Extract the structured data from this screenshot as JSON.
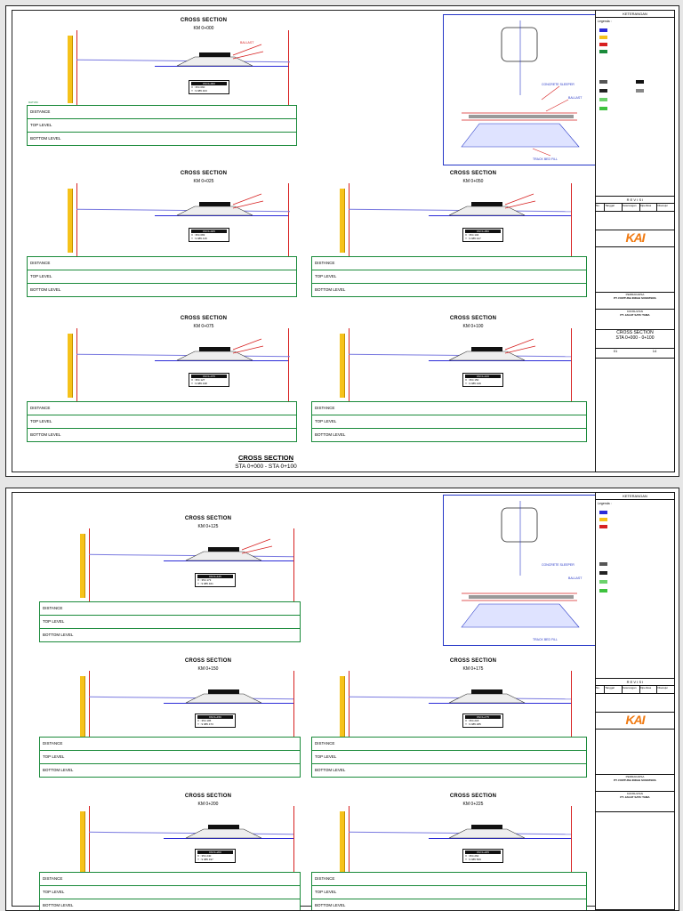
{
  "sheets": [
    {
      "id": "sheet1",
      "bottom_title": "CROSS SECTION",
      "bottom_sub": "STA 0+000 - STA 0+100",
      "sections": [
        {
          "title": "CROSS SECTION",
          "sub": "KM 0+000",
          "table": [
            "DISTANCE",
            "TOP LEVEL",
            "BOTTOM LEVEL"
          ]
        },
        {
          "title": "CROSS SECTION",
          "sub": "KM 0+025",
          "table": [
            "DISTANCE",
            "TOP LEVEL",
            "BOTTOM LEVEL"
          ]
        },
        {
          "title": "CROSS SECTION",
          "sub": "KM 0+050",
          "table": [
            "DISTANCE",
            "TOP LEVEL",
            "BOTTOM LEVEL"
          ]
        },
        {
          "title": "CROSS SECTION",
          "sub": "KM 0+075",
          "table": [
            "DISTANCE",
            "TOP LEVEL",
            "BOTTOM LEVEL"
          ]
        },
        {
          "title": "CROSS SECTION",
          "sub": "KM 0+100",
          "table": [
            "DISTANCE",
            "TOP LEVEL",
            "BOTTOM LEVEL"
          ]
        }
      ],
      "detail_labels": [
        "CONCRETE SLEEPER",
        "BALLAST",
        "TRACK BED FILL"
      ]
    },
    {
      "id": "sheet2",
      "sections": [
        {
          "title": "CROSS SECTION",
          "sub": "KM 0+125",
          "table": [
            "DISTANCE",
            "TOP LEVEL",
            "BOTTOM LEVEL"
          ]
        },
        {
          "title": "CROSS SECTION",
          "sub": "KM 0+150",
          "table": [
            "DISTANCE",
            "TOP LEVEL",
            "BOTTOM LEVEL"
          ]
        },
        {
          "title": "CROSS SECTION",
          "sub": "KM 0+175",
          "table": [
            "DISTANCE",
            "TOP LEVEL",
            "BOTTOM LEVEL"
          ]
        },
        {
          "title": "CROSS SECTION",
          "sub": "KM 0+200",
          "table": [
            "DISTANCE",
            "TOP LEVEL",
            "BOTTOM LEVEL"
          ]
        },
        {
          "title": "CROSS SECTION",
          "sub": "KM 0+225",
          "table": [
            "DISTANCE",
            "TOP LEVEL",
            "BOTTOM LEVEL"
          ]
        }
      ],
      "detail_labels": [
        "CONCRETE SLEEPER",
        "BALLAST",
        "TRACK BED FILL"
      ]
    }
  ],
  "titleblock": {
    "keterangan": "KETERANGAN",
    "legenda": "Legenda :",
    "revisi": "R E V I S I",
    "rev_cols": [
      "No.",
      "Tanggal",
      "Keterangan",
      "Diperiksa",
      "Disetujui"
    ],
    "logo": "KAI",
    "pemrakarsa": "PEMRAKARSA",
    "company1": "PT. FORTUNA INDAH SUMATERA",
    "konsultan": "KONSULTAN",
    "company2": "PT. JAGAT SATU TAMA",
    "sheet_title": "CROSS SECTION",
    "sheet_sub": "STA 0+000 - 0+100",
    "sheet_no": "01",
    "sheet_total": "14"
  },
  "colors": {
    "red": "#d72020",
    "blue": "#2b2bd8",
    "green": "#1a8a3a",
    "yellow": "#f6c21a"
  }
}
